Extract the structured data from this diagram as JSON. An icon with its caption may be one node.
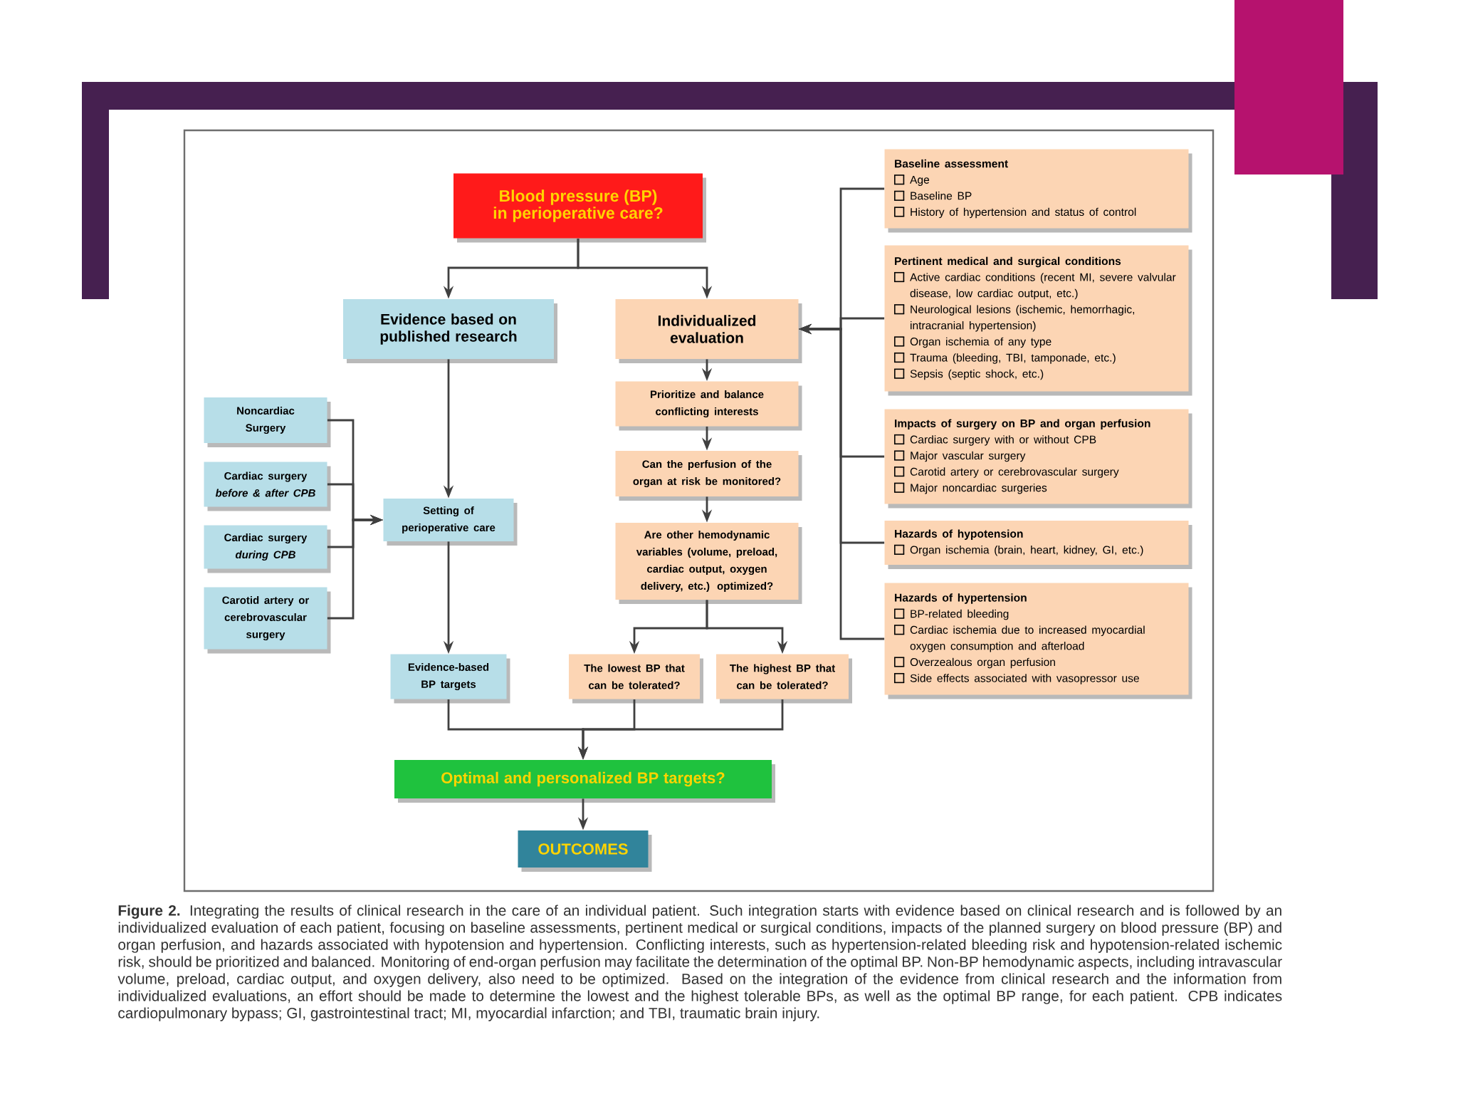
{
  "diagram": {
    "caption": "**Figure 2.** Integrating the results of clinical research in the care of an individual patient. Such integration starts with evidence based on clinical research and is followed by an individualized evaluation of each patient, focusing on baseline assessments, pertinent medical or surgical conditions, impacts of the planned surgery on blood pressure (BP) and organ perfusion, and hazards associated with hypotension and hypertension. Conflicting interests, such as hypertension-related bleeding risk and hypotension-related ischemic risk, should be prioritized and balanced. Monitoring of end-organ perfusion may facilitate the determination of the optimal BP. Non-BP hemodynamic aspects, including intravascular volume, preload, cardiac output, and oxygen delivery, also need to be optimized. Based on the integration of the evidence from clinical research and the information from individualized evaluations, an effort should be made to determine the lowest and the highest tolerable BPs, as well as the optimal BP range, for each patient. CPB indicates cardiopulmonary bypass; GI, gastrointestinal tract; MI, myocardial infarction; and TBI, traumatic brain injury.",
    "nodes": [
      {
        "text": [
          "Blood pressure (BP) in perioperative care?"
        ]
      },
      {
        "text": [
          "Evidence based on published research"
        ]
      },
      {
        "text": [
          "Individualized evaluation"
        ]
      },
      {
        "text": [
          "Baseline assessment",
          "Age",
          "Baseline BP",
          "History of hypertension and status of control"
        ]
      },
      {
        "text": [
          "Pertinent medical and surgical conditions",
          "Active cardiac conditions (recent MI, severe valvular disease, low cardiac output, etc.)",
          "Neurological lesions (ischemic, hemorrhagic, intracranial hypertension)",
          "Organ ischemia of any type",
          "Trauma (bleeding, TBI, tamponade, etc.)",
          "Sepsis (septic shock, etc.)"
        ]
      },
      {
        "text": [
          "Impacts of surgery on BP and organ perfusion",
          "Cardiac surgery with or without CPB",
          "Major vascular surgery",
          "Carotid artery or cerebrovascular surgery",
          "Major noncardiac surgeries"
        ]
      },
      {
        "text": [
          "Hazards of hypotension",
          "Organ ischemia (brain, heart, kidney, GI, etc.)"
        ]
      },
      {
        "text": [
          "Hazards of hypertension",
          "BP-related bleeding",
          "Cardiac ischemia due to increased myocardial oxygen consumption and afterload",
          "Overzealous organ perfusion",
          "Side effects associated with vasopressor use"
        ]
      },
      {
        "text": [
          "Noncardiac Surgery"
        ]
      },
      {
        "text": [
          "Cardiac surgery *before & after CPB*"
        ]
      },
      {
        "text": [
          "Cardiac surgery *during CPB*"
        ]
      },
      {
        "text": [
          "Carotid artery or cerebrovascular surgery"
        ]
      },
      {
        "text": [
          "Setting of perioperative care"
        ]
      },
      {
        "text": [
          "Prioritize and balance conflicting interests"
        ]
      },
      {
        "text": [
          "Can the perfusion of the organ at risk be monitored?"
        ]
      },
      {
        "text": [
          "Are other hemodynamic variables (volume, preload, cardiac output, oxygen delivery, etc.) optimized?"
        ]
      },
      {
        "text": [
          "Evidence-based BP targets"
        ]
      },
      {
        "text": [
          "The lowest BP that can be tolerated?"
        ]
      },
      {
        "text": [
          "The highest BP that can be tolerated?"
        ]
      },
      {
        "text": [
          "Optimal and personalized BP targets?"
        ]
      },
      {
        "text": [
          "OUTCOMES"
        ]
      }
    ],
    "edges": [
      {
        "from": 0,
        "to": 1,
        "arrow": "to"
      },
      {
        "from": 0,
        "to": 2,
        "arrow": "to"
      },
      {
        "from": 3,
        "to": 2,
        "arrow": "to"
      },
      {
        "from": 4,
        "to": 2,
        "arrow": "to"
      },
      {
        "from": 5,
        "to": 2,
        "arrow": "to"
      },
      {
        "from": 6,
        "to": 2,
        "arrow": "to"
      },
      {
        "from": 7,
        "to": 2,
        "arrow": "to"
      },
      {
        "from": 1,
        "to": 12,
        "arrow": "to"
      },
      {
        "from": 8,
        "to": 12,
        "arrow": "to"
      },
      {
        "from": 9,
        "to": 12,
        "arrow": "to"
      },
      {
        "from": 10,
        "to": 12,
        "arrow": "to"
      },
      {
        "from": 11,
        "to": 12,
        "arrow": "to"
      },
      {
        "from": 12,
        "to": 16,
        "arrow": "to"
      },
      {
        "from": 2,
        "to": 13,
        "arrow": "to"
      },
      {
        "from": 13,
        "to": 14,
        "arrow": "to"
      },
      {
        "from": 14,
        "to": 15,
        "arrow": "to"
      },
      {
        "from": 15,
        "to": 17,
        "arrow": "to"
      },
      {
        "from": 15,
        "to": 18,
        "arrow": "to"
      },
      {
        "from": 16,
        "to": 19,
        "arrow": "to"
      },
      {
        "from": 17,
        "to": 19,
        "arrow": "to"
      },
      {
        "from": 18,
        "to": 19,
        "arrow": "to"
      },
      {
        "from": 19,
        "to": 20,
        "arrow": "to"
      }
    ]
  }
}
